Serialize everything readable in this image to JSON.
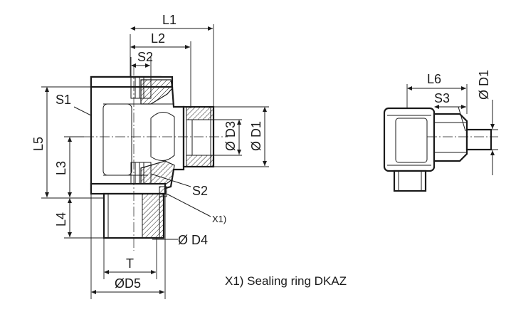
{
  "labels": {
    "L1": "L1",
    "L2": "L2",
    "S2_top": "S2",
    "S1": "S1",
    "L5": "L5",
    "L3": "L3",
    "L4": "L4",
    "D3": "Ø D3",
    "D1_main": "Ø D1",
    "S2_bottom": "S2",
    "X1": "X1)",
    "D4": "Ø D4",
    "T": "T",
    "D5": "ØD5",
    "L6": "L6",
    "S3": "S3",
    "D1_side": "Ø D1"
  },
  "note": "X1) Sealing ring DKAZ"
}
